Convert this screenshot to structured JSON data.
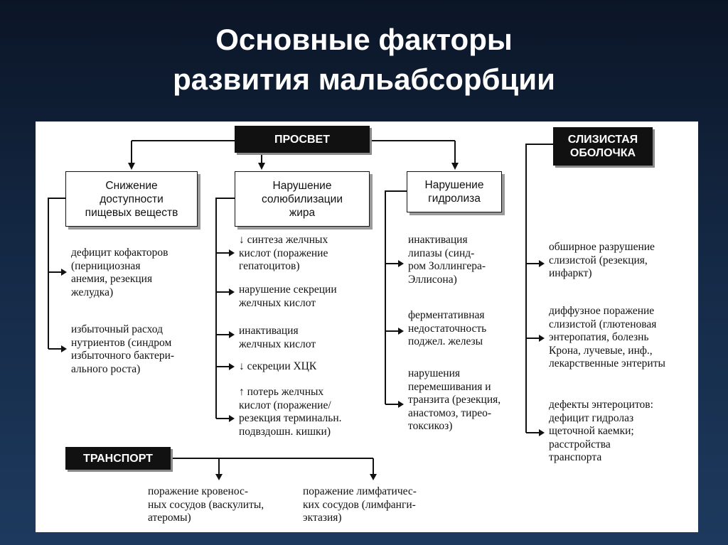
{
  "slide": {
    "title_line1": "Основные факторы",
    "title_line2": "развития мальабсорбции"
  },
  "diagram": {
    "lumen": "ПРОСВЕТ",
    "mucosa": "СЛИЗИСТАЯ\nОБОЛОЧКА",
    "transport": "ТРАНСПОРТ",
    "category_availability": "Снижение\nдоступности\nпищевых веществ",
    "category_solubilization": "Нарушение\nсолюбилизации\nжира",
    "category_hydrolysis": "Нарушение\nгидролиза",
    "availability_items": [
      "дефицит кофакторов\n(пернициозная\nанемия, резекция\nжелудка)",
      "избыточный расход\nнутриентов (синдром\nизбыточного бактери-\nального роста)"
    ],
    "solubilization_items": [
      "↓ синтеза желчных\nкислот (поражение\nгепатоцитов)",
      "нарушение секреции\nжелчных кислот",
      "инактивация\nжелчных кислот",
      "↓ секреции ХЦК",
      "↑ потерь желчных\nкислот (поражение/\nрезекция терминальн.\nподвздошн. кишки)"
    ],
    "hydrolysis_items": [
      "инактивация\nлипазы (синд-\nром Золлингера-\nЭллисона)",
      "ферментативная\nнедостаточность\nподжел. железы",
      "нарушения\nперемешивания и\nтранзита (резекция,\nанастомоз, тирео-\nтоксикоз)"
    ],
    "mucosa_items": [
      "обширное разрушение\nслизистой (резекция,\nинфаркт)",
      "диффузное поражение\nслизистой (глютеновая\nэнтеропатия, болезнь\nКрона, лучевые, инф.,\nлекарственные энтериты",
      "дефекты энтероцитов:\nдефицит гидролаз\nщеточной каемки;\nрасстройства\nтранспорта"
    ],
    "transport_items": [
      "поражение кровенос-\nных сосудов (васкулиты,\nатеромы)",
      "поражение лимфатичес-\nких сосудов (лимфанги-\nэктазия)"
    ]
  }
}
